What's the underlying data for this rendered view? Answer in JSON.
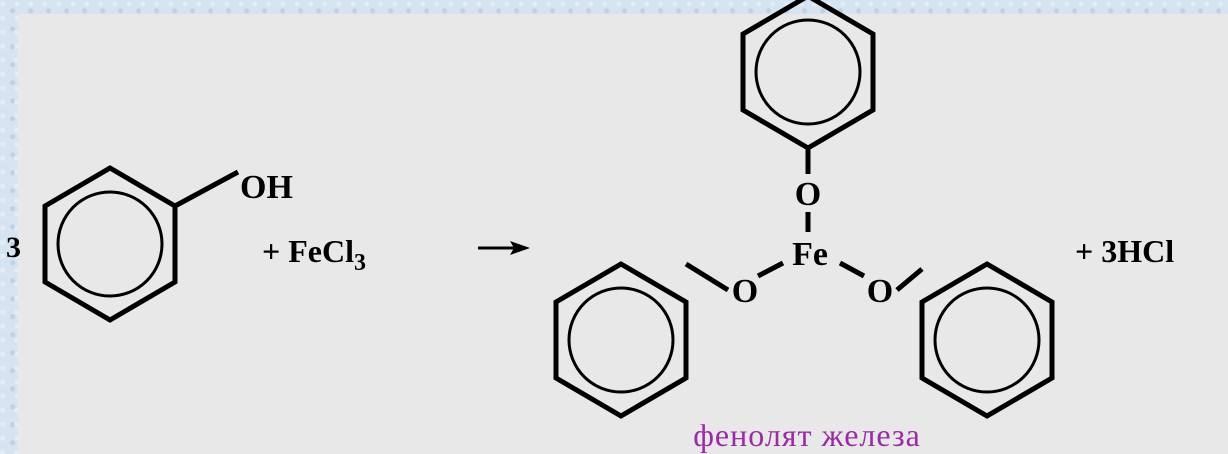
{
  "title": "",
  "reaction": {
    "coefficient_phenol": "3",
    "oh_group": "OH",
    "plus_ferric_chloride": "+ FeCl",
    "ferric_chloride_subscript": "3",
    "product_center_atom": "Fe",
    "oxygen_top": "O",
    "oxygen_left": "O",
    "oxygen_right": "O",
    "plus_hcl": "+ 3HCl",
    "product_caption": "фенолят железа"
  },
  "colors": {
    "background": "#d6e4f1",
    "panel": "#e8e8e8",
    "title": "#2b2fd0",
    "structure": "#000000",
    "caption": "#9b2aa6"
  },
  "icons": {
    "arrow": "reaction-arrow-icon",
    "ring": "benzene-ring-icon"
  }
}
